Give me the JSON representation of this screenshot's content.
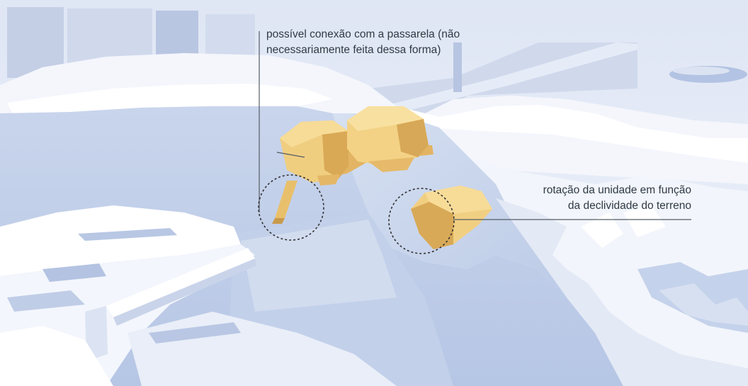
{
  "annotations": {
    "connection": {
      "line1": "possível conexão com a passarela (não",
      "line2": "necessariamente feita dessa forma)"
    },
    "rotation": {
      "line1": "rotação da unidade em função",
      "line2": "da declividade do terreno"
    }
  },
  "colors": {
    "terrain_light": "#eef2fa",
    "terrain_mid": "#c7d3ea",
    "terrain_shadow": "#a9b9dd",
    "unit_light": "#f5d588",
    "unit_mid": "#e9c06c",
    "unit_dark": "#d5a553",
    "annotation_line": "#555d66",
    "highlight_circle": "#333333"
  }
}
